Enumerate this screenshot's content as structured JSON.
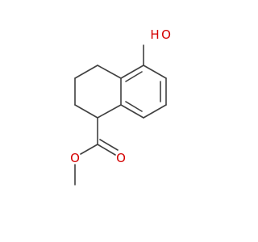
{
  "molecule": {
    "labels": {
      "hydroxyl_h": "H",
      "hydroxyl_o": "O",
      "carbonyl_o": "O",
      "ester_o": "O"
    },
    "colors": {
      "bond": "#404040",
      "heteroatom": "#d40000",
      "background": "#ffffff"
    }
  }
}
